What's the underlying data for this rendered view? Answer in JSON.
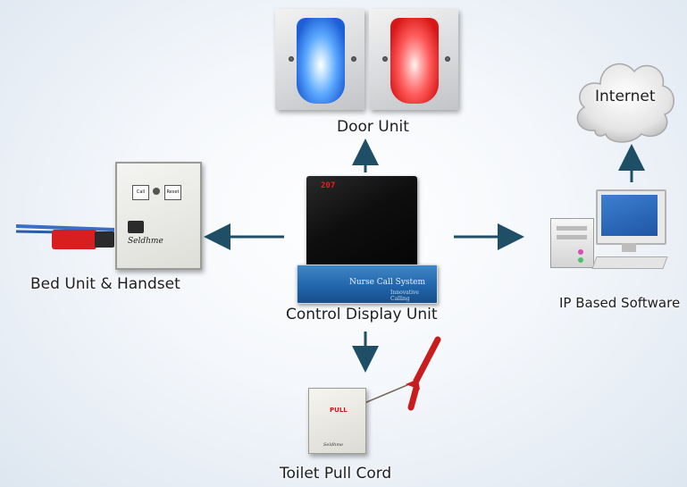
{
  "nodes": {
    "door_unit": "Door Unit",
    "internet": "Internet",
    "bed_unit": "Bed Unit & Handset",
    "control_display": "Control Display Unit",
    "ip_software": "IP Based Software",
    "toilet_pull": "Toilet Pull Cord"
  },
  "device_text": {
    "display_number": "207",
    "brand": "Seldhme",
    "nurse_call": "Nurse Call System",
    "tagline": "Innovative Calling",
    "call_btn": "Call",
    "reset_btn": "Reset",
    "pull": "PULL",
    "pull_brand": "Seldhme"
  },
  "colors": {
    "arrow": "#1f4f66",
    "door_blue": "#3f8cf0",
    "door_red": "#f03b3b",
    "base_blue": "#2a70b5"
  },
  "edges": [
    {
      "from": "Control Display Unit",
      "to": "Door Unit"
    },
    {
      "from": "Control Display Unit",
      "to": "Bed Unit & Handset"
    },
    {
      "from": "Control Display Unit",
      "to": "IP Based Software"
    },
    {
      "from": "Control Display Unit",
      "to": "Toilet Pull Cord"
    },
    {
      "from": "IP Based Software",
      "to": "Internet"
    }
  ]
}
